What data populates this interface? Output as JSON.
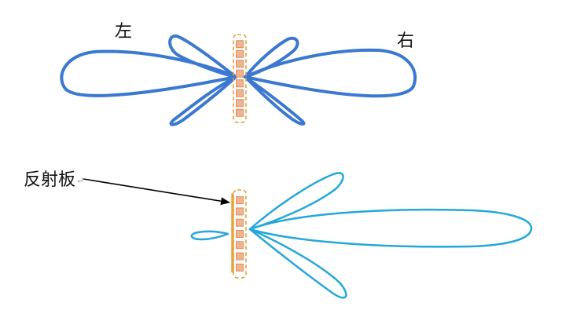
{
  "labels": {
    "left": "左",
    "right": "右",
    "reflector": "反射板",
    "return_mark": "↵"
  },
  "colors": {
    "top_pattern": "#3b78d0",
    "bottom_pattern": "#23a8d8",
    "antenna_outline": "#e0a63a",
    "antenna_element": "#f2b38f",
    "antenna_element_border": "#e08c64",
    "reflector_bar": "#eda33e",
    "arrow": "#000000"
  },
  "diagrams": [
    {
      "name": "bidirectional-pattern",
      "elements": 8
    },
    {
      "name": "reflector-directional-pattern",
      "elements": 7
    }
  ]
}
